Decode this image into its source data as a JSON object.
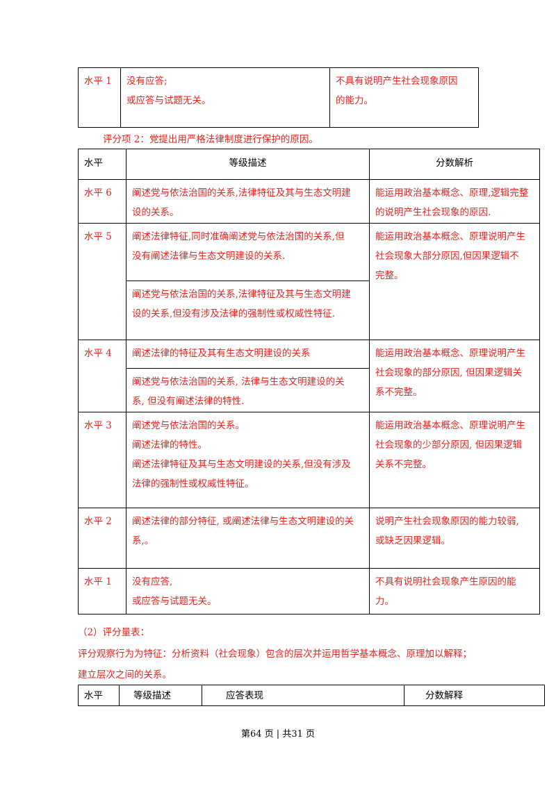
{
  "table1": {
    "level": "水平 1",
    "desc": [
      "没有应答;",
      "或应答与试题无关。"
    ],
    "analysis": [
      "不具有说明产生社会现象原因",
      "的能力。"
    ]
  },
  "scoring_item2": "评分项 2：党提出用严格法律制度进行保护的原因。",
  "table2": {
    "headers": [
      "水平",
      "等级描述",
      "分数解析"
    ],
    "rows": [
      {
        "level": "水平 6",
        "desc": [
          [
            "阐述党与依法治国的关系,法律特征及其与生态文明建",
            "设的关系。"
          ]
        ],
        "analysis": [
          "能运用政治基本概念、原理,逻辑完整",
          "的说明产生社会现象的原因."
        ]
      },
      {
        "level": "水平 5",
        "desc": [
          [
            "阐述法律特征,同时准确阐述党与依法治国的关系,但",
            "没有阐述法律与生态文明建设的关系."
          ],
          [
            "阐述党与依法治国的关系,法律特征及其与生态文明建",
            "设的关系,但没有涉及法律的强制性或权威性特征."
          ]
        ],
        "analysis": [
          "能运用政治基本概念、原理说明产生",
          "社会现象大部分原因,但因果逻辑不",
          "完整。"
        ]
      },
      {
        "level": "水平 4",
        "desc": [
          [
            "阐述法律的特征及其有生态文明建设的关系"
          ],
          [
            "阐述党与依法治国的关系,  法律与生态文明建设的关",
            "系,  但没有阐述法律的特性."
          ]
        ],
        "analysis": [
          "能运用政治基本概念、原理说明产生",
          "社会现象的部分原因,  但因果逻辑关",
          "系不完整。"
        ]
      },
      {
        "level": "水平 3",
        "desc": [
          [
            "阐述党与依法治国的关系。",
            "阐述法律的特性。",
            "阐述法律特征及其与生态文明建设的关系,但没有涉及",
            "法律的强制性或权威性特征。"
          ]
        ],
        "analysis": [
          "能运用政治基本概念、原理说明产生",
          "社会现象的少部分原因,  但因果逻辑",
          "关系不完整。"
        ]
      },
      {
        "level": "水平 2",
        "desc": [
          [
            "阐述法律的部分特征,  或阐述法律与生态文明建设的关",
            "系,。"
          ]
        ],
        "analysis": [
          "说明产生社会现象原因的能力较弱,",
          "或缺乏因果逻辑。"
        ]
      },
      {
        "level": "水平 1",
        "desc": [
          [
            "没有应答,",
            "或应答与试题无关。"
          ]
        ],
        "analysis": [
          "不具有说明社会现象产生原因的能",
          "力。"
        ]
      }
    ]
  },
  "section2": "（2）评分量表：",
  "obs_line1": "评分观察行为为特征：分析资料（社会现象）包含的层次并运用哲学基本概念、原理加以解释；",
  "obs_line2": "建立层次之间的关系。",
  "table3": {
    "headers": [
      "水平",
      "等级描述",
      "应答表现",
      "分数解释"
    ]
  },
  "footer": "第64 页  |  共31 页"
}
